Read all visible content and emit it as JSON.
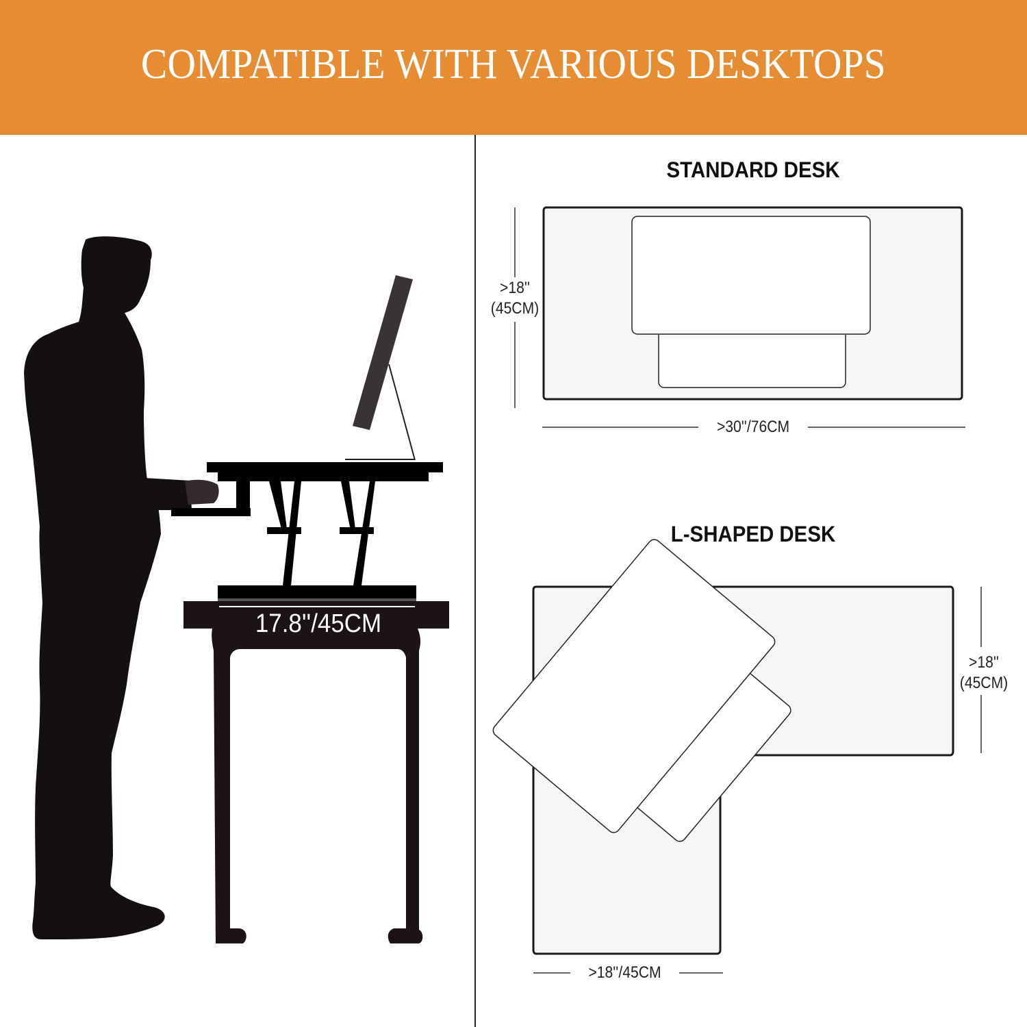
{
  "banner": {
    "title": "COMPATIBLE WITH VARIOUS DESKTOPS",
    "background_color": "#e68c33",
    "text_color": "#ffffff"
  },
  "left_panel": {
    "illustration": "person-standing-at-desk-converter-silhouette",
    "converter_width_label": "17.8''/45CM"
  },
  "standard_desk": {
    "title": "STANDARD DESK",
    "depth_label_line1": ">18''",
    "depth_label_line2": "(45CM)",
    "width_label": ">30''/76CM"
  },
  "l_shaped_desk": {
    "title": "L-SHAPED DESK",
    "depth_label_line1": ">18''",
    "depth_label_line2": "(45CM)",
    "width_label": ">18''/45CM"
  },
  "colors": {
    "silhouette": "#141010",
    "monitor": "#3a3333",
    "desk_fill": "#f6f6f6",
    "outline": "#1a1a1a"
  }
}
